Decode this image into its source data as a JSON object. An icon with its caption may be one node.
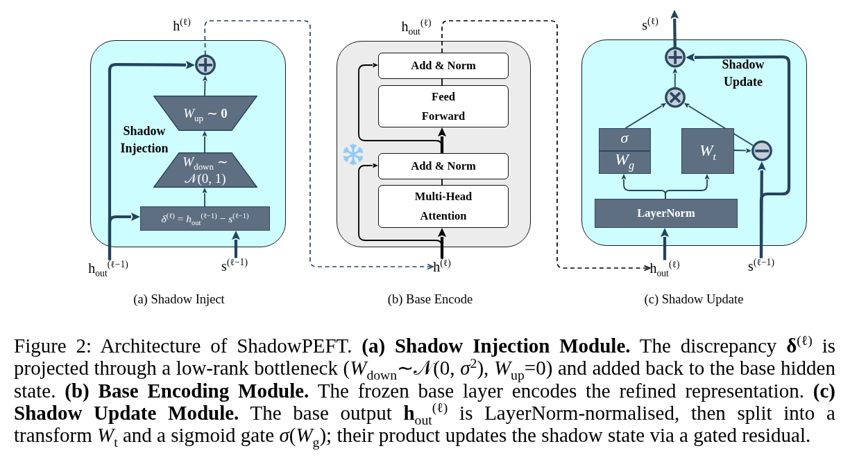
{
  "diagram": {
    "caption": "Figure 2: Architecture of ShadowPEFT. **(a) Shadow Injection Module.** The discrepancy **δ**$^{(ℓ)}$ is projected through a low-rank bottleneck (*W*$_{down}$∼𝒩(0, *σ*$^{2}$), *W*$_{up}$=0) and added back to the base hidden state. **(b) Base Encoding Module.** The frozen base layer encodes the refined representation. **(c) Shadow Update Module.** The base output **h**$_{out}$$^{(ℓ)}$ is LayerNorm-normalised, then split into a transform *W*$_{t}$ and a sigmoid gate *σ*(*W*$_{g}$); their product updates the shadow state via a gated residual.",
    "nodes": [
      {
        "text": [
          "Shadow Injection"
        ]
      },
      {
        "text": [
          "⊕"
        ],
        "in": 0
      },
      {
        "text": [
          "*W*$_{up}$ ∼ **0**"
        ],
        "in": 0
      },
      {
        "text": [
          "*W*$_{down}$ ∼ 𝒩(0, 1)"
        ],
        "in": 0
      },
      {
        "text": [
          "*δ*$^{(ℓ)}$ = *h*$_{out}$$^{(ℓ−1)}$ − *s*$^{(ℓ−1)}$"
        ],
        "in": 0
      },
      {
        "text": [
          "h$_{out}$$^{(ℓ−1)}$"
        ]
      },
      {
        "text": [
          "s$^{(ℓ−1)}$"
        ]
      },
      {
        "text": [],
        "shape": "box"
      },
      {
        "text": [
          "Add & Norm"
        ],
        "in": 7
      },
      {
        "text": [
          "Feed Forward"
        ],
        "in": 7
      },
      {
        "text": [
          "Add & Norm"
        ],
        "in": 7
      },
      {
        "text": [
          "Multi-Head Attention"
        ],
        "in": 7
      },
      {
        "text": [
          "h$^{(ℓ)}$"
        ]
      },
      {
        "text": [
          "Shadow Update"
        ]
      },
      {
        "text": [
          "⊕"
        ],
        "in": 13
      },
      {
        "text": [
          "⊗"
        ],
        "in": 13
      },
      {
        "text": [
          "σ",
          "W$_{g}$"
        ],
        "in": 13
      },
      {
        "text": [
          "W$_{t}$"
        ],
        "in": 13
      },
      {
        "text": [
          "⊖"
        ],
        "in": 13
      },
      {
        "text": [
          "LayerNorm"
        ],
        "in": 13
      },
      {
        "text": [
          "h$_{out}$$^{(ℓ)}$"
        ]
      },
      {
        "text": [
          "s$^{(ℓ−1)}$"
        ]
      }
    ],
    "edges": [
      {
        "from": 5,
        "to": 4,
        "arrow": "to",
        "style": "thick"
      },
      {
        "from": 5,
        "to": 1,
        "arrow": "to",
        "style": "thick"
      },
      {
        "from": 6,
        "to": 4,
        "arrow": "to",
        "style": "thick"
      },
      {
        "from": 4,
        "to": 3,
        "arrow": "to"
      },
      {
        "from": 3,
        "to": 2,
        "arrow": "to"
      },
      {
        "from": 2,
        "to": 1,
        "arrow": "to"
      },
      {
        "from": 1,
        "to": 12,
        "arrow": "to",
        "style": "dashed",
        "label": "h$^{(ℓ)}$"
      },
      {
        "from": 12,
        "to": 11,
        "arrow": "to",
        "style": "thick",
        "color": "#000000"
      },
      {
        "from": 12,
        "to": 10,
        "arrow": "to",
        "color": "#000000"
      },
      {
        "from": 11,
        "to": 10,
        "arrow": "none",
        "color": "#000000"
      },
      {
        "from": 10,
        "to": 9,
        "arrow": "to",
        "style": "thick",
        "color": "#000000"
      },
      {
        "from": 10,
        "to": 8,
        "arrow": "to",
        "color": "#000000"
      },
      {
        "from": 9,
        "to": 8,
        "arrow": "none",
        "color": "#000000"
      },
      {
        "from": 8,
        "to": 20,
        "arrow": "to",
        "style": "dashed",
        "color": "#000000",
        "label": "h$_{out}$$^{(ℓ)}$"
      },
      {
        "from": 20,
        "to": 19,
        "arrow": "to",
        "style": "thick"
      },
      {
        "from": 19,
        "to": 16,
        "arrow": "to"
      },
      {
        "from": 19,
        "to": 17,
        "arrow": "to"
      },
      {
        "from": 17,
        "to": 18,
        "arrow": "to"
      },
      {
        "from": 21,
        "to": 18,
        "arrow": "to",
        "style": "thick"
      },
      {
        "from": 21,
        "to": 14,
        "arrow": "to",
        "style": "thick"
      },
      {
        "from": 16,
        "to": 15,
        "arrow": "to"
      },
      {
        "from": 18,
        "to": 15,
        "arrow": "to"
      },
      {
        "from": 15,
        "to": 14,
        "arrow": "to"
      },
      {
        "from": 14,
        "to": null,
        "arrow": "to",
        "style": "thick",
        "label": "s$^{(ℓ)}$"
      }
    ],
    "labels": [
      "(a) Shadow Inject",
      "(b) Base Encode",
      "(c) Shadow Update"
    ]
  }
}
